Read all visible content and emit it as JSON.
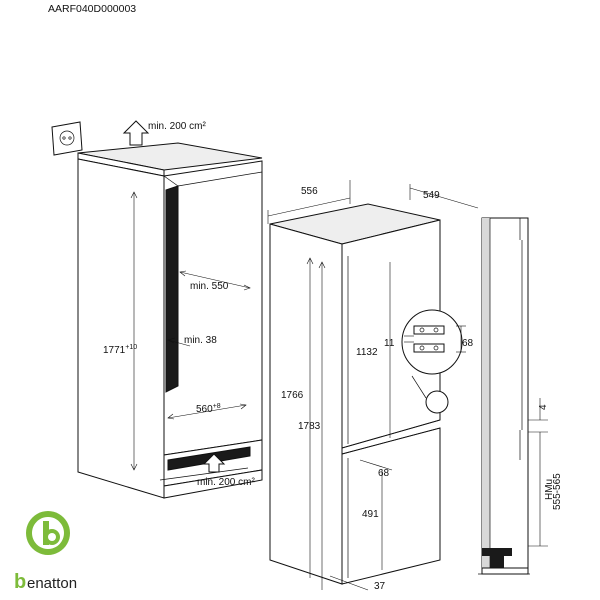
{
  "document_code": "AARF040D000003",
  "dimensions": {
    "top_vent": "min. 200 cm²",
    "bottom_vent": "min. 200 cm²",
    "niche_depth": "min. 550",
    "gap": "min. 38",
    "niche_height": "1771",
    "niche_height_tol": "+10",
    "niche_width": "560",
    "niche_width_tol": "+8",
    "appliance_width": "556",
    "appliance_depth": "549",
    "height_1766": "1766",
    "height_1783": "1783",
    "upper_door": "1132",
    "hinge_11": "11",
    "hinge_68_top": "68",
    "lower_68": "68",
    "lower_door": "491",
    "bottom_37": "37",
    "side_4": "4",
    "hmu_label": "HMu",
    "hmu_range": "555-565"
  },
  "logo": {
    "letter": "b",
    "text": "enatton",
    "color": "#7dbb3a"
  }
}
